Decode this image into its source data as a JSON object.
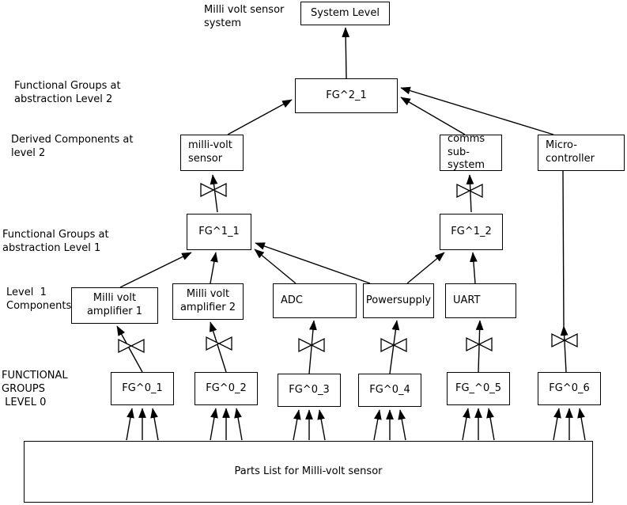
{
  "nodes": {
    "system_level": {
      "label": "System Level"
    },
    "fg2_1": {
      "label": "FG^2_1"
    },
    "mv_sensor": {
      "label": "milli-volt\nsensor"
    },
    "comms": {
      "label": "comms\nsub-system"
    },
    "micro": {
      "label": "Micro-\ncontroller"
    },
    "fg1_1": {
      "label": "FG^1_1"
    },
    "fg1_2": {
      "label": "FG^1_2"
    },
    "amp1": {
      "label": "Milli volt\namplifier 1"
    },
    "amp2": {
      "label": "Milli volt\namplifier 2"
    },
    "adc": {
      "label": "ADC"
    },
    "psu": {
      "label": "Powersupply"
    },
    "uart": {
      "label": "UART"
    },
    "fg0_1": {
      "label": "FG^0_1"
    },
    "fg0_2": {
      "label": "FG^0_2"
    },
    "fg0_3": {
      "label": "FG^0_3"
    },
    "fg0_4": {
      "label": "FG^0_4"
    },
    "fg0_5": {
      "label": "FG_^0_5"
    },
    "fg0_6": {
      "label": "FG^0_6"
    },
    "parts_list": {
      "label": "Parts List for Milli-volt sensor"
    }
  },
  "side_labels": {
    "system_caption": "Milli volt sensor\nsystem",
    "level2_fg": "Functional Groups at\nabstraction Level 2",
    "level2_derived": "Derived Components at\nlevel 2",
    "level1_fg": "Functional Groups at\nabstraction Level 1",
    "level1_components": "Level  1\nComponents",
    "level0_fg": "FUNCTIONAL\nGROUPS\n LEVEL 0"
  },
  "colors": {
    "background": "#ffffff",
    "line": "#000000",
    "box_border": "#000000",
    "text": "#000000"
  }
}
